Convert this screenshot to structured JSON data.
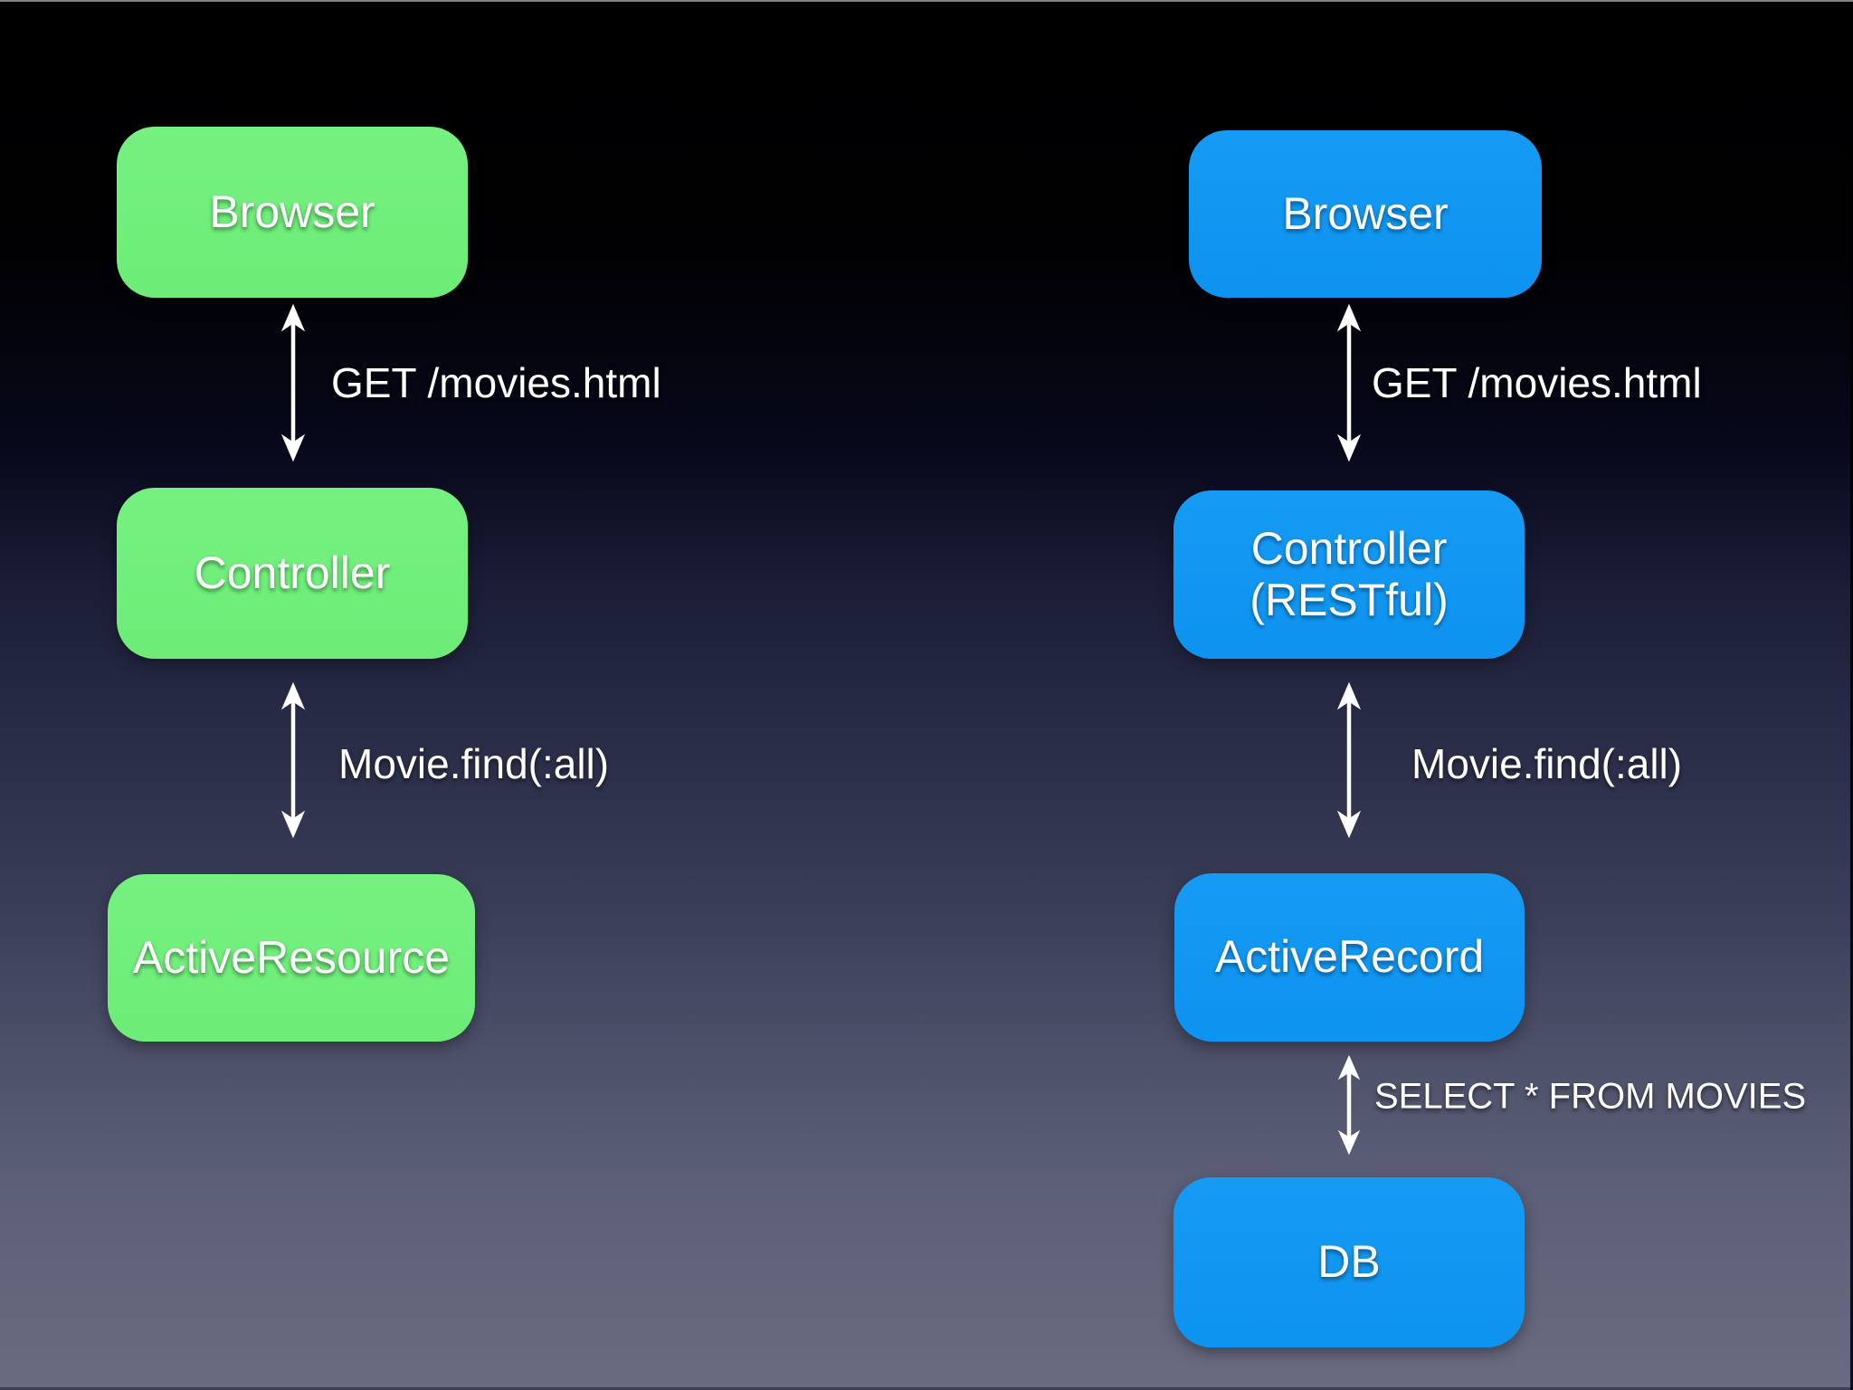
{
  "colors": {
    "background_top": "#000000",
    "background_bottom": "#696b80",
    "left_node_fill": "#70ee7a",
    "right_node_fill": "#1095f1",
    "arrow": "#ffffff",
    "text": "#ffffff"
  },
  "left_flow": {
    "nodes": [
      {
        "label": "Browser"
      },
      {
        "label": "Controller"
      },
      {
        "label": "ActiveResource"
      }
    ],
    "edges": [
      {
        "label": "GET /movies.html"
      },
      {
        "label": "Movie.find(:all)"
      }
    ]
  },
  "right_flow": {
    "nodes": [
      {
        "label": "Browser"
      },
      {
        "label": "Controller\n(RESTful)"
      },
      {
        "label": "ActiveRecord"
      },
      {
        "label": "DB"
      }
    ],
    "edges": [
      {
        "label": "GET /movies.html"
      },
      {
        "label": "Movie.find(:all)"
      },
      {
        "label": "SELECT * FROM MOVIES"
      }
    ]
  }
}
